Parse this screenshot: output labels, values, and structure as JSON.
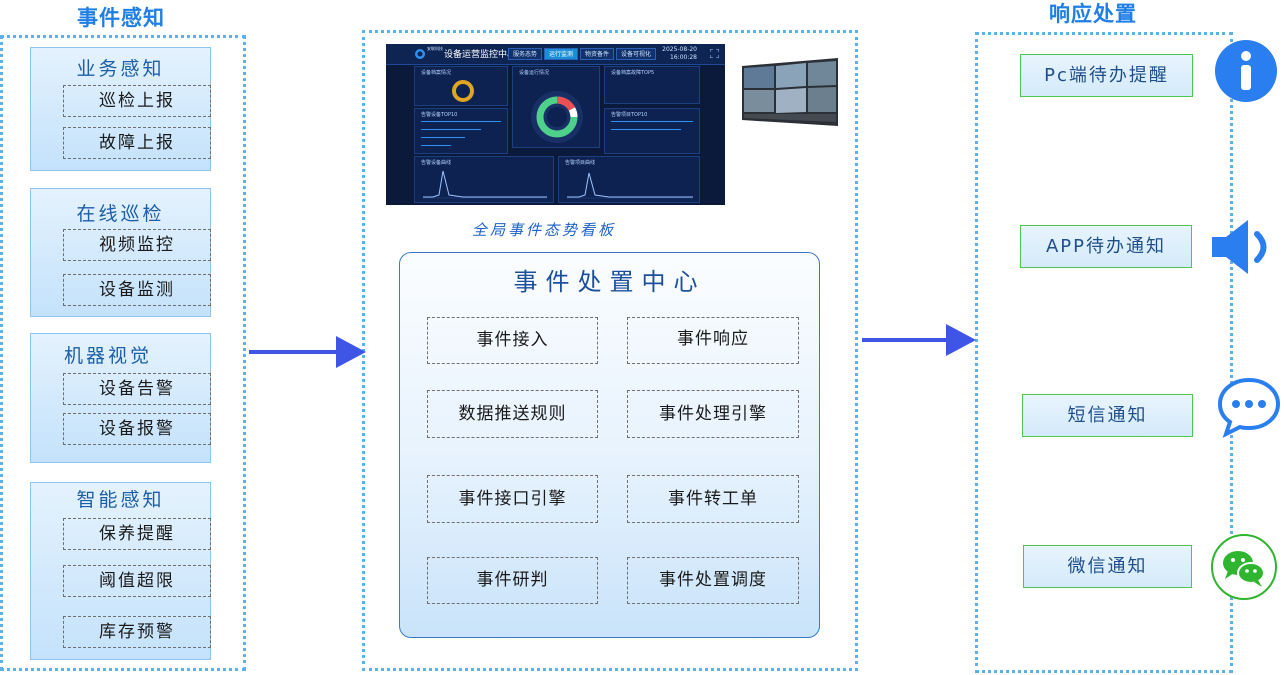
{
  "columns": {
    "left_title": "事件感知",
    "right_title": "响应处置"
  },
  "left_groups": [
    {
      "title": "业务感知",
      "items": [
        "巡检上报",
        "故障上报"
      ]
    },
    {
      "title": "在线巡检",
      "items": [
        "视频监控",
        "设备监测"
      ]
    },
    {
      "title": "机器视觉",
      "items": [
        "设备告警",
        "设备报警"
      ]
    },
    {
      "title": "智能感知",
      "items": [
        "保养提醒",
        "阈值超限",
        "库存预警"
      ]
    }
  ],
  "dashboard": {
    "logo": "安联科技",
    "title": "设备运营监控中心",
    "tabs": [
      "服务态势",
      "运行监测",
      "物资备件",
      "设备可视化"
    ],
    "active_tab_index": 1,
    "datetime": "2025-08-20",
    "time": "16:00:28",
    "panels": [
      "设备档案情况",
      "设备运行情况",
      "设备档案故障TOP5",
      "告警设备TOP10",
      "告警项目TOP10",
      "告警设备曲线",
      "告警项目曲线"
    ],
    "caption": "全局事件态势看板"
  },
  "center": {
    "title": "事件处置中心",
    "functions": [
      "事件接入",
      "事件响应",
      "数据推送规则",
      "事件处理引擎",
      "事件接口引擎",
      "事件转工单",
      "事件研判",
      "事件处置调度"
    ]
  },
  "responses": [
    {
      "label": "Pc端待办提醒",
      "icon": "info-icon",
      "color": "#2a7ef0"
    },
    {
      "label": "APP待办通知",
      "icon": "speaker-icon",
      "color": "#2a7ef0"
    },
    {
      "label": "短信通知",
      "icon": "chat-bubble-icon",
      "color": "#2a7ef0"
    },
    {
      "label": "微信通知",
      "icon": "wechat-icon",
      "color": "#2fb52f"
    }
  ],
  "colors": {
    "accent": "#3f55e6",
    "dotted_border": "#5cb2e8",
    "title_blue": "#1f7fe6"
  }
}
